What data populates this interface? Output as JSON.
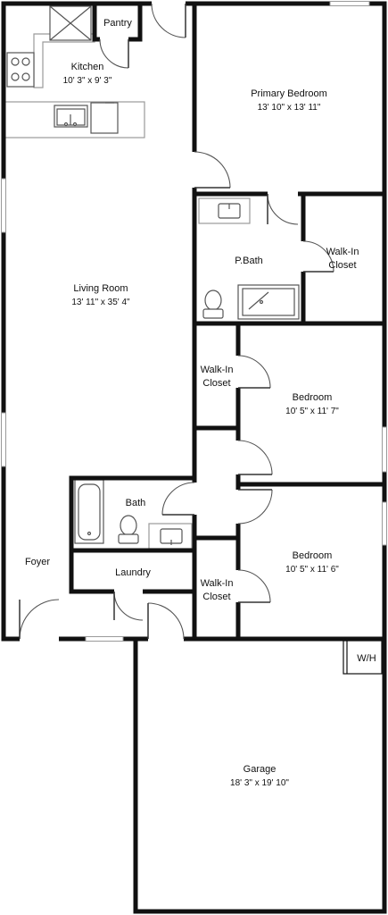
{
  "plan": {
    "colors": {
      "wall": "#111111",
      "fixture": "#555555",
      "counter": "#9a9a9a",
      "background": "#ffffff"
    },
    "rooms": {
      "pantry": {
        "name": "Pantry"
      },
      "kitchen": {
        "name": "Kitchen",
        "dims": "10' 3\" x 9' 3\""
      },
      "primary_bedroom": {
        "name": "Primary Bedroom",
        "dims": "13' 10\" x 13' 11\""
      },
      "pbath": {
        "name": "P.Bath"
      },
      "walkin_primary": {
        "name": "Walk-In",
        "name2": "Closet"
      },
      "living": {
        "name": "Living Room",
        "dims": "13' 11\" x 35' 4\""
      },
      "walkin_mid": {
        "name": "Walk-In",
        "name2": "Closet"
      },
      "bedroom_upper": {
        "name": "Bedroom",
        "dims": "10' 5\" x 11' 7\""
      },
      "bath": {
        "name": "Bath"
      },
      "foyer": {
        "name": "Foyer"
      },
      "laundry": {
        "name": "Laundry"
      },
      "walkin_lower": {
        "name": "Walk-In",
        "name2": "Closet"
      },
      "bedroom_lower": {
        "name": "Bedroom",
        "dims": "10' 5\" x 11' 6\""
      },
      "water_heater": {
        "name": "W/H"
      },
      "garage": {
        "name": "Garage",
        "dims": "18' 3\" x 19' 10\""
      }
    }
  }
}
